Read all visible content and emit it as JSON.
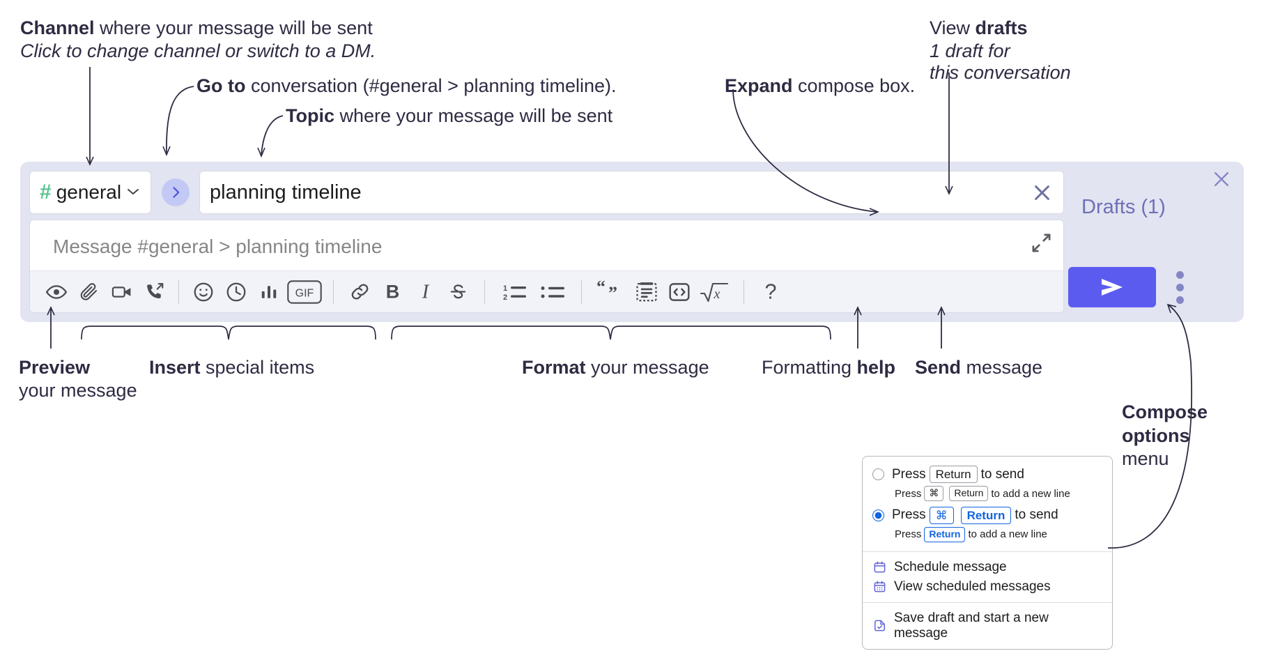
{
  "annotations": {
    "channel": {
      "bold": "Channel",
      "rest": " where your message will be sent",
      "italic": "Click to change channel or switch to a DM."
    },
    "goto": {
      "bold": "Go to",
      "rest": " conversation (#general > planning timeline)."
    },
    "topic": {
      "bold": "Topic",
      "rest": " where your message will be sent"
    },
    "expand": {
      "bold": "Expand",
      "rest": " compose box."
    },
    "drafts": {
      "pre": "View ",
      "bold": "drafts",
      "italic1": "1 draft for",
      "italic2": "this conversation"
    },
    "preview": {
      "bold": "Preview",
      "line2": "your message"
    },
    "insert": {
      "bold": "Insert",
      "rest": " special items"
    },
    "format": {
      "bold": "Format",
      "rest": " your message"
    },
    "help": {
      "pre": "Formatting ",
      "bold": "help"
    },
    "send": {
      "bold": "Send",
      "rest": " message"
    },
    "compose_options": {
      "bold1": "Compose",
      "bold2": "options",
      "rest": "menu"
    }
  },
  "compose": {
    "channel": {
      "hash": "#",
      "name": "general",
      "chevron": "chevron-down"
    },
    "goto_label": "go-to-conversation",
    "topic": {
      "value": "planning timeline"
    },
    "message": {
      "placeholder": "Message #general > planning timeline"
    },
    "drafts_label": "Drafts (1)",
    "toolbar": [
      {
        "name": "preview-icon",
        "label": "Preview"
      },
      {
        "name": "attachment-icon",
        "label": "Attach file"
      },
      {
        "name": "video-icon",
        "label": "Record video clip"
      },
      {
        "name": "audio-icon",
        "label": "Record audio clip"
      },
      {
        "name": "separator",
        "label": ""
      },
      {
        "name": "emoji-icon",
        "label": "Emoji"
      },
      {
        "name": "clock-icon",
        "label": "Reminder"
      },
      {
        "name": "poll-icon",
        "label": "Poll"
      },
      {
        "name": "gif-icon",
        "label": "GIF"
      },
      {
        "name": "separator",
        "label": ""
      },
      {
        "name": "link-icon",
        "label": "Link"
      },
      {
        "name": "bold-icon",
        "label": "B"
      },
      {
        "name": "italic-icon",
        "label": "I"
      },
      {
        "name": "strikethrough-icon",
        "label": "S"
      },
      {
        "name": "separator",
        "label": ""
      },
      {
        "name": "ordered-list-icon",
        "label": "Ordered list"
      },
      {
        "name": "bulleted-list-icon",
        "label": "Bulleted list"
      },
      {
        "name": "separator",
        "label": ""
      },
      {
        "name": "blockquote-icon",
        "label": "Blockquote"
      },
      {
        "name": "code-block-icon",
        "label": "Code block"
      },
      {
        "name": "code-icon",
        "label": "Code"
      },
      {
        "name": "math-icon",
        "label": "Math"
      },
      {
        "name": "separator",
        "label": ""
      },
      {
        "name": "help-icon",
        "label": "?"
      }
    ],
    "send_label": "send-icon",
    "kebab_label": "compose-options-menu"
  },
  "options_menu": {
    "rows": [
      {
        "id": "return-to-send",
        "selected": false,
        "main": {
          "pre": "Press ",
          "key": "Return",
          "post": " to send"
        },
        "sub": {
          "pre": "Press ",
          "key1": "⌘",
          "key2": "Return",
          "post": " to add a new line"
        }
      },
      {
        "id": "cmd-return-to-send",
        "selected": true,
        "main": {
          "pre": "Press ",
          "key1": "⌘",
          "key2": "Return",
          "post": " to send"
        },
        "sub": {
          "pre": "Press ",
          "key": "Return",
          "post": " to add a new line"
        }
      }
    ],
    "items": [
      {
        "icon": "calendar-schedule-icon",
        "label": "Schedule message"
      },
      {
        "icon": "calendar-grid-icon",
        "label": "View scheduled messages"
      },
      {
        "icon": "save-draft-icon",
        "label": "Save draft and start a new message"
      }
    ]
  },
  "colors": {
    "accent": "#5b5bf0",
    "compose_bg": "#e2e4f1",
    "toolbar_bg": "#f2f3f8",
    "hash_green": "#5bc48f",
    "drafts_purple": "#6e70b8",
    "blue_key": "#1264e0"
  }
}
